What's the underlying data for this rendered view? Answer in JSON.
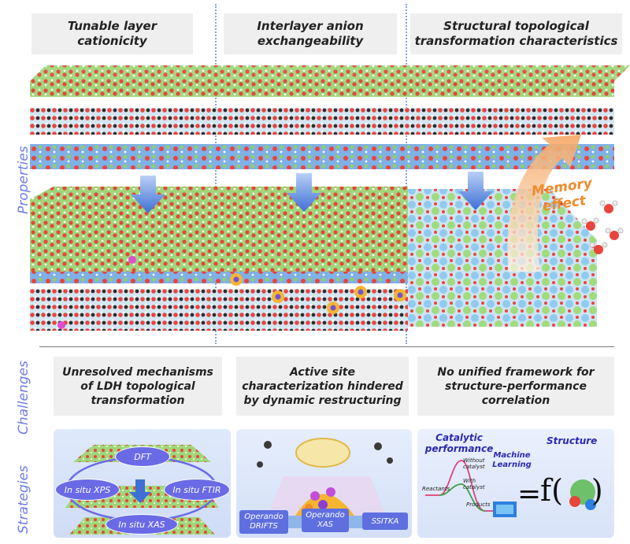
{
  "side_labels": {
    "properties": "Properties",
    "challenges": "Challenges",
    "strategies": "Strategies"
  },
  "properties": [
    {
      "title": "Tunable layer cationicity"
    },
    {
      "title": "Interlayer anion exchangeability"
    },
    {
      "title": "Structural topological transformation characteristics"
    }
  ],
  "memory_effect": "Memory effect",
  "challenges": [
    {
      "text": "Unresolved mechanisms of LDH topological transformation"
    },
    {
      "text": "Active site characterization hindered by dynamic restructuring"
    },
    {
      "text": "No unified framework for structure-performance correlation"
    }
  ],
  "strategies": {
    "panel1": {
      "dft": "DFT",
      "xps": "In situ XPS",
      "ftir": "In situ FTIR",
      "xas": "In situ XAS"
    },
    "panel2": {
      "drifts": "Operando DRIFTS",
      "xas": "Operando XAS",
      "ssitka": "SSITKA"
    },
    "panel3": {
      "catalytic": "Catalytic performance",
      "structure": "Structure",
      "ml": "Machine Learning",
      "without": "Without catalyst",
      "with": "With catalyst",
      "reactants": "Reactants",
      "products": "Products",
      "equation": "= f(",
      "close": ")"
    }
  },
  "colors": {
    "accent": "#6f7ce8",
    "memory": "#f08a2a",
    "layer_green": "#8fd06a",
    "layer_red": "#e8453c",
    "layer_blue": "#7aa6e0"
  }
}
